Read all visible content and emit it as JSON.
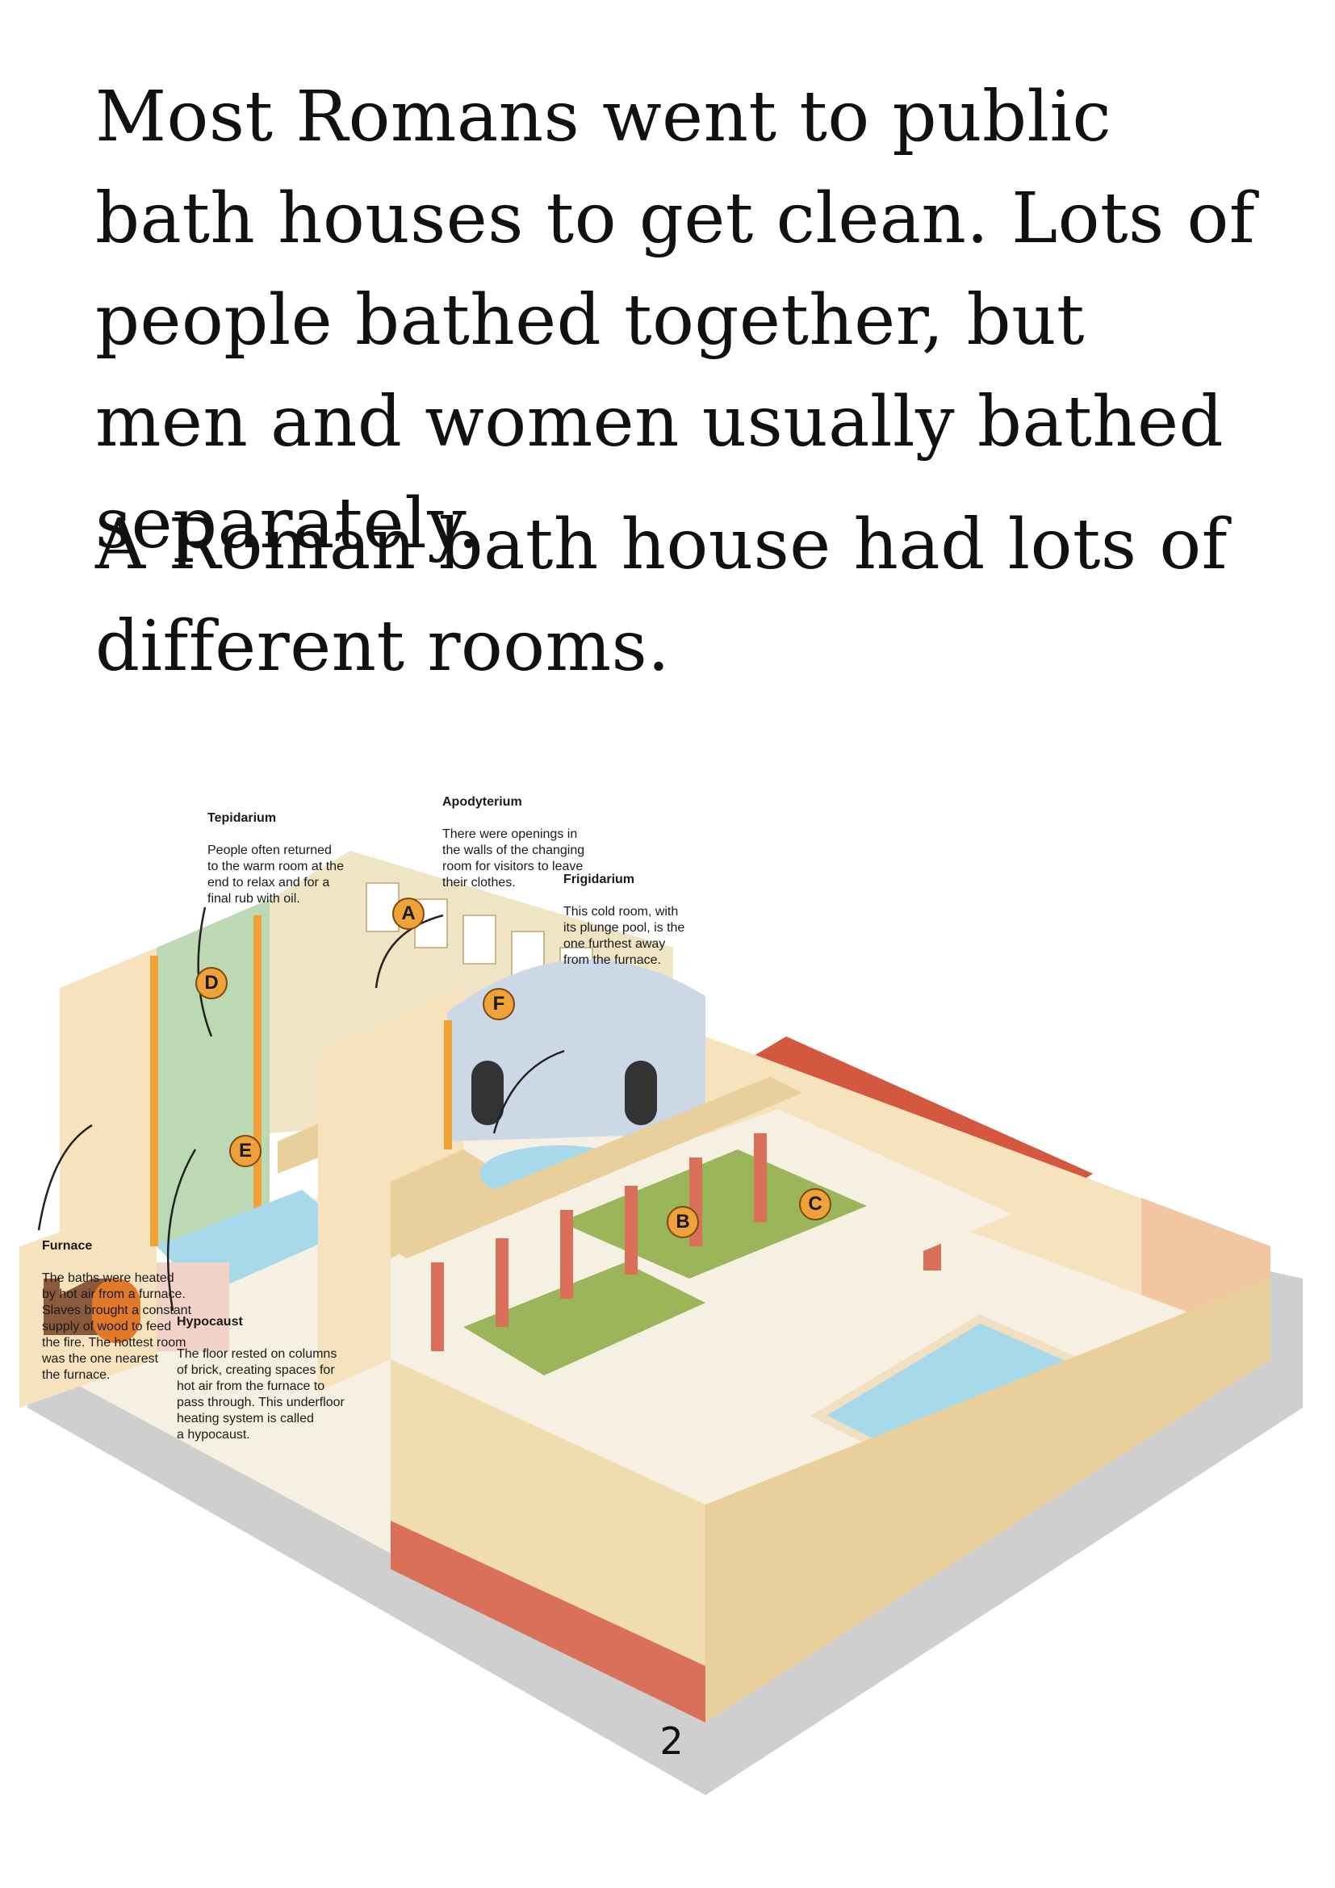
{
  "paragraphs": [
    "Most Romans went to public bath houses to get clean. Lots of people bathed together, but men and women usually bathed separately.",
    "A Roman bath house had lots of different rooms."
  ],
  "illustration": {
    "callouts": {
      "tepidarium": {
        "title": "Tepidarium",
        "body": "People often returned\nto the warm room at the\nend to relax and for a\nfinal rub with oil."
      },
      "apodyterium": {
        "title": "Apodyterium",
        "body": "There were openings in\nthe walls of the changing\nroom for visitors to leave\ntheir clothes."
      },
      "frigidarium": {
        "title": "Frigidarium",
        "body": "This cold room, with\nits plunge pool, is the\none furthest away\nfrom the furnace."
      },
      "furnace": {
        "title": "Furnace",
        "body": "The baths were heated\nby hot air from a furnace.\nSlaves brought a constant\nsupply of wood to feed\nthe fire. The hottest room\nwas the one nearest\nthe furnace."
      },
      "hypocaust": {
        "title": "Hypocaust",
        "body": "The floor rested on columns\nof brick, creating spaces for\nhot air from the furnace to\npass through. This underfloor\nheating system is called\na hypocaust."
      }
    },
    "markers": {
      "a": "A",
      "b": "B",
      "c": "C",
      "d": "D",
      "e": "E",
      "f": "F"
    },
    "colors": {
      "wall": "#f6e3bd",
      "wall_shadow": "#e8cf9c",
      "floor": "#f5f0e2",
      "pillar_red": "#d9705a",
      "roof_tile": "#d4583f",
      "pool_water": "#a7d9ea",
      "grass": "#9bb55a",
      "tepid_green": "#bcd9b4",
      "frigid_blue": "#cdd8e6",
      "orange_trim": "#f0a23a",
      "ground": "#c9c9c9",
      "marker": "#f0a23a"
    }
  },
  "page_number": "2"
}
